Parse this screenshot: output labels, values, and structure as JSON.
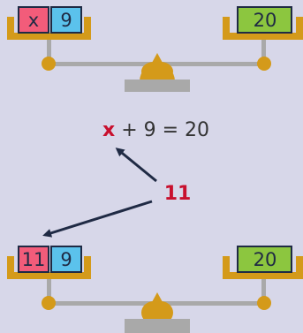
{
  "colors": {
    "background": "#d7d7e9",
    "pan": "#d49a1a",
    "beam": "#a9a9a9",
    "base": "#a9a9a9",
    "pink_box": "#f25c7a",
    "blue_box": "#5bc2ec",
    "green_box": "#8cc63f",
    "box_border": "#1f2a44",
    "highlight": "#c8102e",
    "arrow": "#1f2a44"
  },
  "top_balance": {
    "left_boxes": [
      "x",
      "9"
    ],
    "right_boxes": [
      "20"
    ]
  },
  "equation": {
    "variable": "x",
    "rest": " + 9 = 20"
  },
  "answer": "11",
  "bottom_balance": {
    "left_boxes": [
      "11",
      "9"
    ],
    "right_boxes": [
      "20"
    ]
  }
}
